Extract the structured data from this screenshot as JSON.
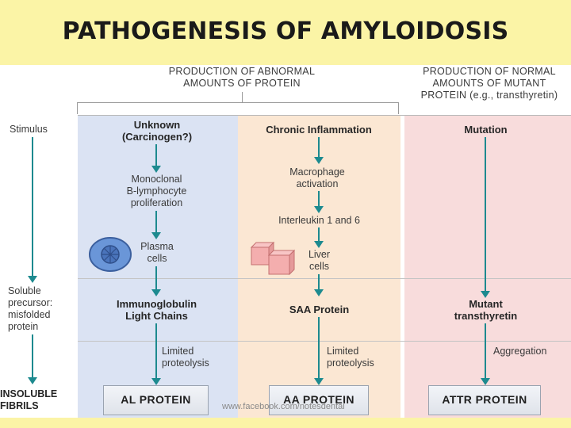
{
  "title": "PATHOGENESIS OF AMYLOIDOSIS",
  "header_left": "PRODUCTION OF ABNORMAL\nAMOUNTS OF PROTEIN",
  "header_right": "PRODUCTION OF NORMAL\nAMOUNTS OF MUTANT\nPROTEIN (e.g., transthyretin)",
  "left_col": {
    "stimulus": "Stimulus",
    "precursor": "Soluble\nprecursor:\nmisfolded\nprotein",
    "fibrils": "INSOLUBLE\nFIBRILS"
  },
  "al_col": {
    "cause": "Unknown\n(Carcinogen?)",
    "step1": "Monoclonal\nB-lymphocyte\nproliferation",
    "step2": "Plasma\ncells",
    "precursor": "Immunoglobulin\nLight Chains",
    "process": "Limited\nproteolysis",
    "result": "AL PROTEIN"
  },
  "aa_col": {
    "cause": "Chronic Inflammation",
    "step1": "Macrophage\nactivation",
    "step2": "Interleukin 1 and 6",
    "step3": "Liver\ncells",
    "precursor": "SAA Protein",
    "process": "Limited\nproteolysis",
    "result": "AA PROTEIN"
  },
  "attr_col": {
    "cause": "Mutation",
    "precursor": "Mutant\ntransthyretin",
    "process": "Aggregation",
    "result": "ATTR PROTEIN"
  },
  "watermark": "www.facebook.com/notesdental",
  "colors": {
    "title_band": "#fbf4a6",
    "al_bg": "#dbe3f3",
    "aa_bg": "#fbe7d3",
    "attr_bg": "#f8dcdc",
    "arrow": "#1d8a8f"
  }
}
